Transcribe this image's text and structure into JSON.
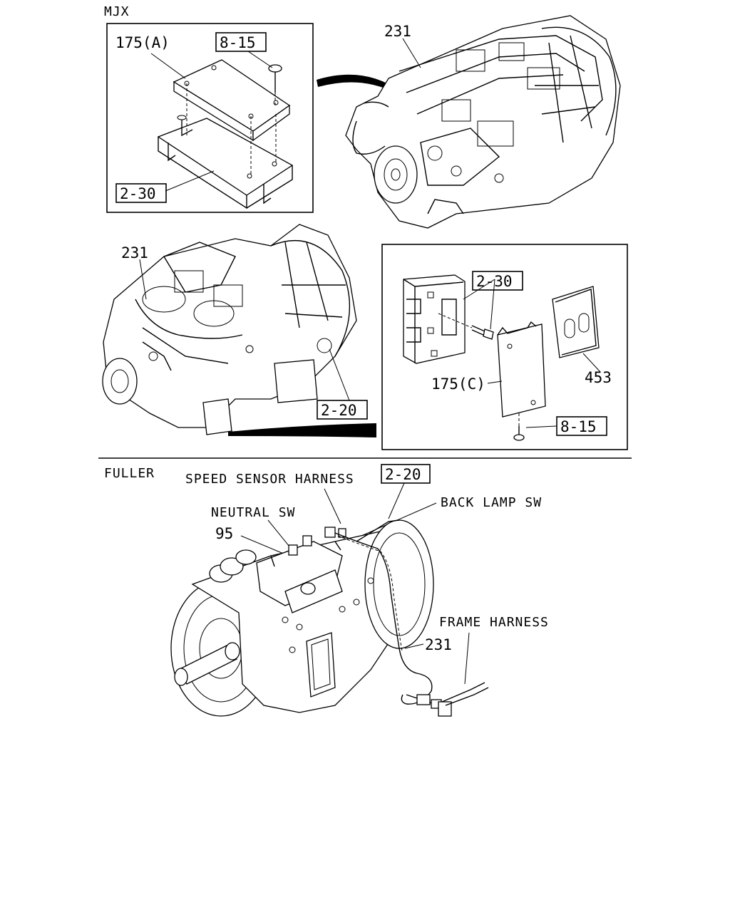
{
  "sections": {
    "mjx": {
      "title": "MJX"
    },
    "fuller": {
      "title": "FULLER"
    }
  },
  "callouts": {
    "c175a": "175(A)",
    "c815_top": "8-15",
    "c230_top": "2-30",
    "c231_top": "231",
    "c231_mid": "231",
    "c230_mid": "2-30",
    "c453": "453",
    "c175c": "175(C)",
    "c815_mid": "8-15",
    "c220_mid": "2-20",
    "speed_sensor": "SPEED SENSOR HARNESS",
    "c220_bot": "2-20",
    "back_lamp": "BACK LAMP SW",
    "neutral": "NEUTRAL SW",
    "c95": "95",
    "frame_harness": "FRAME HARNESS",
    "c231_bot": "231"
  }
}
